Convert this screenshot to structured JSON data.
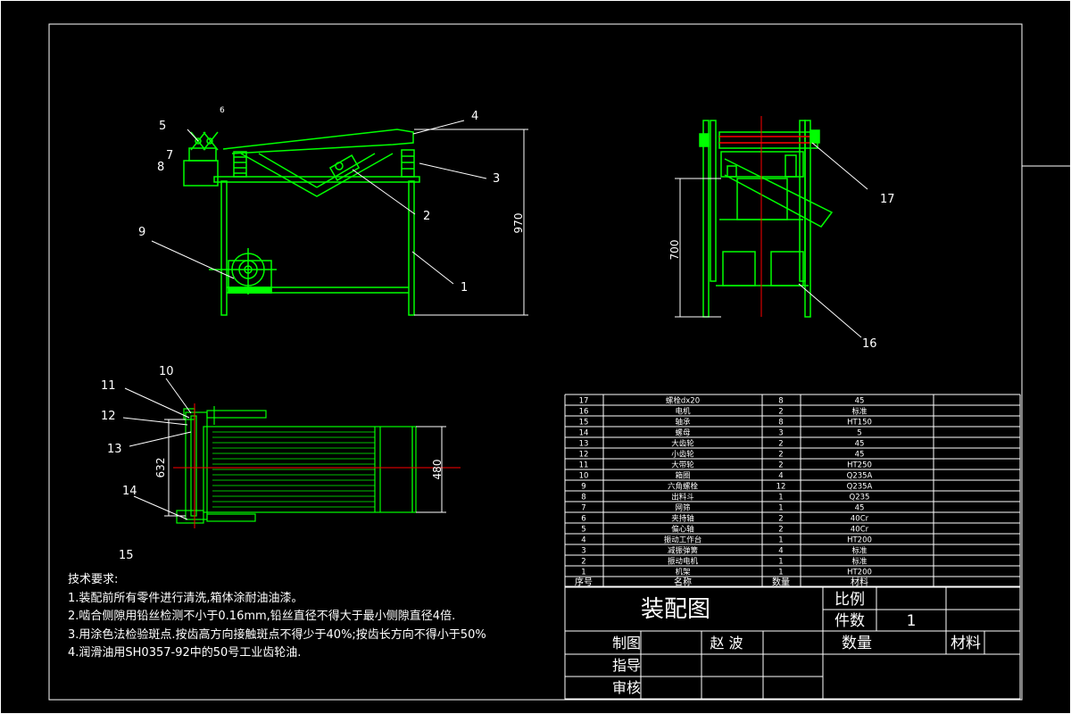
{
  "drawing": {
    "callouts_view1": [
      "5",
      "6",
      "7",
      "8",
      "4",
      "3",
      "2",
      "9",
      "1"
    ],
    "callouts_view2": [
      "17",
      "16"
    ],
    "callouts_view3": [
      "10",
      "11",
      "12",
      "13",
      "14",
      "15"
    ],
    "dimensions": {
      "height_main": "970",
      "height_side": "700",
      "plan_width": "632",
      "plan_depth": "480"
    }
  },
  "notes": {
    "heading": "技术要求:",
    "items": [
      "1.装配前所有零件进行清洗,箱体涂耐油油漆。",
      "2.啮合侧隙用铅丝检测不小于0.16mm,铅丝直径不得大于最小侧隙直径4倍.",
      "3.用涂色法检验斑点.按齿高方向接触斑点不得少于40%;按齿长方向不得小于50%",
      "4.润滑油用SH0357-92中的50号工业齿轮油."
    ]
  },
  "bom": {
    "rows": [
      {
        "no": "17",
        "name": "螺栓dx20",
        "qty": "8",
        "material": "45"
      },
      {
        "no": "16",
        "name": "电机",
        "qty": "2",
        "material": "标准"
      },
      {
        "no": "15",
        "name": "轴承",
        "qty": "8",
        "material": "HT150"
      },
      {
        "no": "14",
        "name": "螺母",
        "qty": "3",
        "material": "5"
      },
      {
        "no": "13",
        "name": "大齿轮",
        "qty": "2",
        "material": "45"
      },
      {
        "no": "12",
        "name": "小齿轮",
        "qty": "2",
        "material": "45"
      },
      {
        "no": "11",
        "name": "大带轮",
        "qty": "2",
        "material": "HT250"
      },
      {
        "no": "10",
        "name": "箱圈",
        "qty": "4",
        "material": "Q235A"
      },
      {
        "no": "9",
        "name": "六角螺栓",
        "qty": "12",
        "material": "Q235A"
      },
      {
        "no": "8",
        "name": "出料斗",
        "qty": "1",
        "material": "Q235"
      },
      {
        "no": "7",
        "name": "网筛",
        "qty": "1",
        "material": "45"
      },
      {
        "no": "6",
        "name": "夹持轴",
        "qty": "2",
        "material": "40Cr"
      },
      {
        "no": "5",
        "name": "偏心轴",
        "qty": "2",
        "material": "40Cr"
      },
      {
        "no": "4",
        "name": "振动工作台",
        "qty": "1",
        "material": "HT200"
      },
      {
        "no": "3",
        "name": "减振弹簧",
        "qty": "4",
        "material": "标准"
      },
      {
        "no": "2",
        "name": "振动电机",
        "qty": "1",
        "material": "标准"
      },
      {
        "no": "1",
        "name": "机架",
        "qty": "1",
        "material": "HT200"
      }
    ],
    "header": {
      "no": "序号",
      "name": "名称",
      "qty": "数量",
      "material": "材料"
    }
  },
  "title_block": {
    "title": "装配图",
    "scale_label": "比例",
    "count_label": "件数",
    "count_value": "1",
    "qty_label": "数量",
    "material_label": "材料",
    "drawn_label": "制图",
    "drawn_by": "赵 波",
    "guide_label": "指导",
    "review_label": "审核"
  },
  "colors": {
    "line": "#00ff00",
    "frame": "#ffffff",
    "center": "#ff0000",
    "bg": "#000000"
  }
}
